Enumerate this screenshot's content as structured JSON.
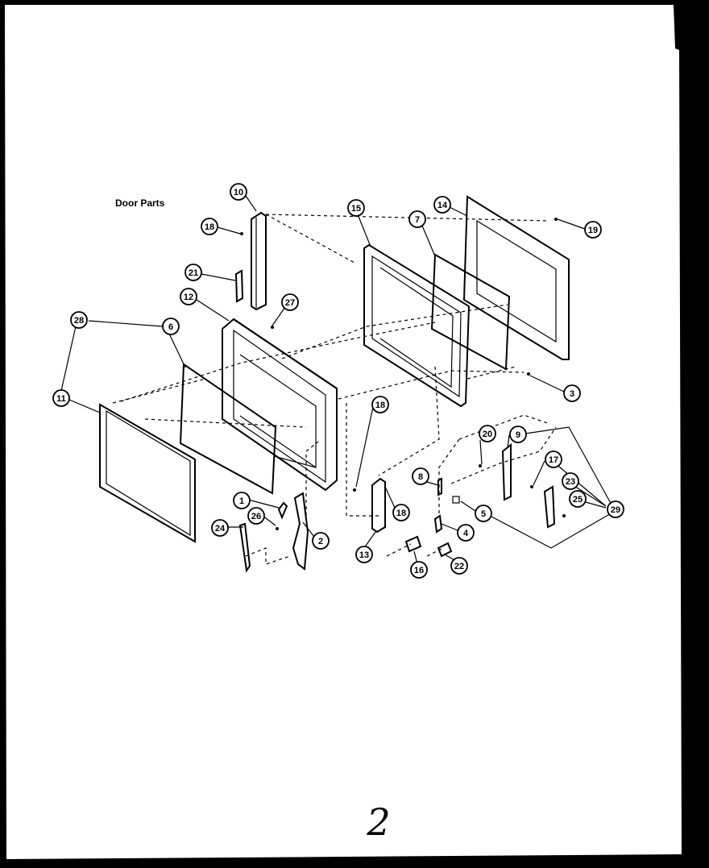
{
  "title": "Door Parts",
  "page_number": "2",
  "callouts": {
    "c1": "1",
    "c2": "2",
    "c3": "3",
    "c4": "4",
    "c5": "5",
    "c6": "6",
    "c7": "7",
    "c8": "8",
    "c9": "9",
    "c10": "10",
    "c11": "11",
    "c12": "12",
    "c13": "13",
    "c14": "14",
    "c15": "15",
    "c16": "16",
    "c17": "17",
    "c18a": "18",
    "c18b": "18",
    "c18c": "18",
    "c19": "19",
    "c20": "20",
    "c21": "21",
    "c22": "22",
    "c23": "23",
    "c24": "24",
    "c25": "25",
    "c26": "26",
    "c27": "27",
    "c28": "28",
    "c29": "29"
  }
}
